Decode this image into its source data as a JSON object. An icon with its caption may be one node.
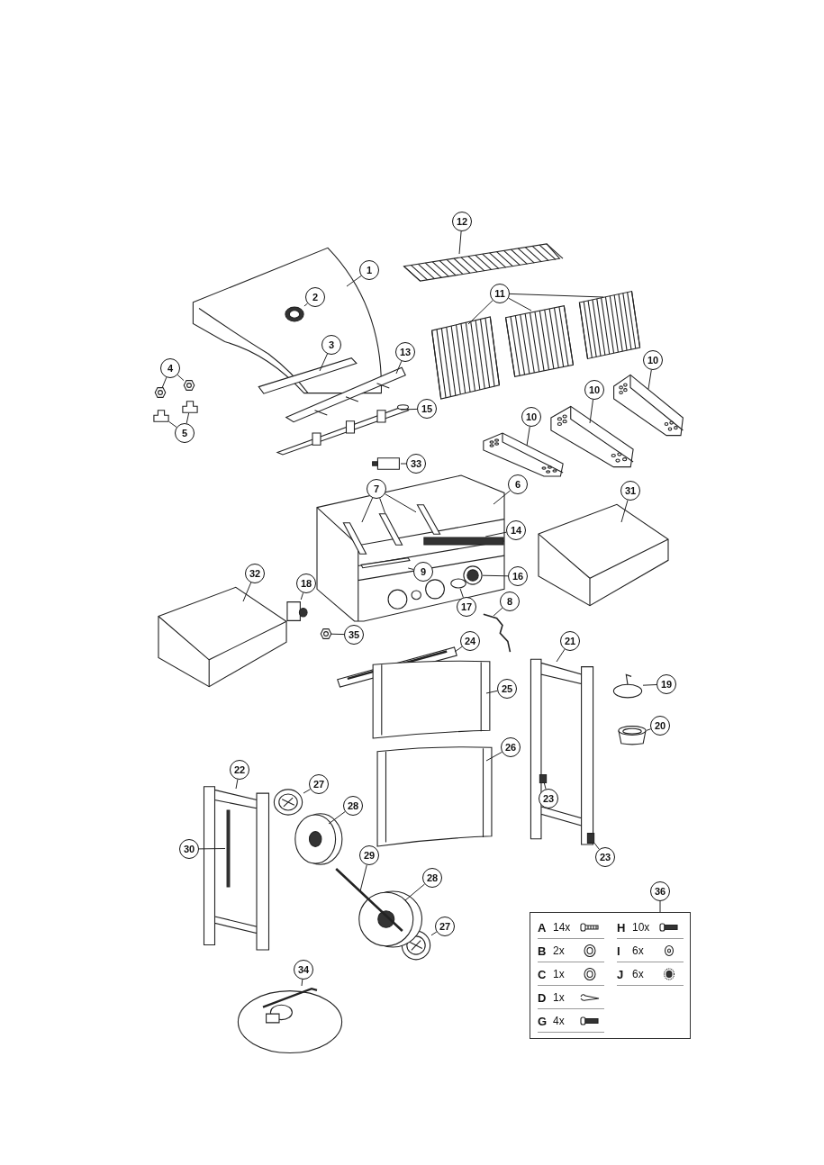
{
  "diagram": {
    "nodes": [
      {
        "text": [],
        "shape": "picture"
      },
      {
        "text": [
          "1"
        ],
        "in": 0
      },
      {
        "text": [
          "2"
        ],
        "in": 0
      },
      {
        "text": [],
        "shape": "picture",
        "in": 0
      },
      {
        "text": [
          "3"
        ],
        "in": 0
      },
      {
        "text": [],
        "shape": "bar",
        "in": 0
      },
      {
        "text": [
          "4"
        ]
      },
      {
        "text": [],
        "shape": "picture"
      },
      {
        "text": [],
        "shape": "picture"
      },
      {
        "text": [
          "5"
        ]
      },
      {
        "text": [],
        "shape": "box"
      },
      {
        "text": [],
        "shape": "box"
      },
      {
        "text": [
          "6"
        ]
      },
      {
        "text": [],
        "shape": "picture"
      },
      {
        "text": [
          "7"
        ],
        "in": 13
      },
      {
        "text": [],
        "shape": "picture",
        "in": 13
      },
      {
        "text": [],
        "shape": "picture",
        "in": 13
      },
      {
        "text": [],
        "shape": "picture",
        "in": 13
      },
      {
        "text": [
          "8"
        ]
      },
      {
        "text": [],
        "shape": "picture"
      },
      {
        "text": [
          "9"
        ],
        "in": 13
      },
      {
        "text": [],
        "shape": "bar",
        "in": 13
      },
      {
        "text": [
          "10"
        ]
      },
      {
        "text": [],
        "shape": "picture"
      },
      {
        "text": [
          "10"
        ]
      },
      {
        "text": [],
        "shape": "picture"
      },
      {
        "text": [
          "10"
        ]
      },
      {
        "text": [],
        "shape": "picture"
      },
      {
        "text": [
          "11"
        ]
      },
      {
        "text": [],
        "shape": "picture"
      },
      {
        "text": [],
        "shape": "picture"
      },
      {
        "text": [],
        "shape": "picture"
      },
      {
        "text": [
          "12"
        ]
      },
      {
        "text": [],
        "shape": "picture"
      },
      {
        "text": [
          "13"
        ]
      },
      {
        "text": [],
        "shape": "picture"
      },
      {
        "text": [
          "14"
        ]
      },
      {
        "text": [],
        "shape": "bar",
        "in": 13
      },
      {
        "text": [
          "15"
        ]
      },
      {
        "text": [],
        "shape": "picture"
      },
      {
        "text": [
          "16"
        ]
      },
      {
        "text": [],
        "shape": "picture",
        "in": 13
      },
      {
        "text": [
          "17"
        ],
        "in": 13
      },
      {
        "text": [],
        "shape": "circle",
        "in": 13
      },
      {
        "text": [
          "18"
        ]
      },
      {
        "text": [],
        "shape": "box"
      },
      {
        "text": [
          "19"
        ]
      },
      {
        "text": [],
        "shape": "circle"
      },
      {
        "text": [
          "20"
        ]
      },
      {
        "text": [],
        "shape": "cylinder"
      },
      {
        "text": [
          "21"
        ]
      },
      {
        "text": [],
        "shape": "picture"
      },
      {
        "text": [
          "22"
        ]
      },
      {
        "text": [],
        "shape": "picture"
      },
      {
        "text": [
          "23"
        ],
        "in": 51
      },
      {
        "text": [],
        "shape": "box",
        "in": 51
      },
      {
        "text": [
          "23"
        ]
      },
      {
        "text": [],
        "shape": "box",
        "in": 51
      },
      {
        "text": [
          "24"
        ]
      },
      {
        "text": [],
        "shape": "picture"
      },
      {
        "text": [
          "25"
        ]
      },
      {
        "text": [],
        "shape": "picture"
      },
      {
        "text": [
          "26"
        ]
      },
      {
        "text": [],
        "shape": "picture"
      },
      {
        "text": [
          "27"
        ]
      },
      {
        "text": [],
        "shape": "picture"
      },
      {
        "text": [
          "27"
        ]
      },
      {
        "text": [],
        "shape": "picture"
      },
      {
        "text": [
          "28"
        ]
      },
      {
        "text": [],
        "shape": "picture"
      },
      {
        "text": [
          "28"
        ]
      },
      {
        "text": [],
        "shape": "picture"
      },
      {
        "text": [
          "29"
        ]
      },
      {
        "text": [],
        "shape": "bar"
      },
      {
        "text": [
          "30"
        ]
      },
      {
        "text": [],
        "shape": "bar",
        "in": 53
      },
      {
        "text": [
          "31"
        ]
      },
      {
        "text": [],
        "shape": "picture"
      },
      {
        "text": [
          "32"
        ]
      },
      {
        "text": [],
        "shape": "picture"
      },
      {
        "text": [
          "33"
        ]
      },
      {
        "text": [],
        "shape": "cylinder"
      },
      {
        "text": [
          "34"
        ]
      },
      {
        "text": [],
        "shape": "picture"
      },
      {
        "text": [
          "35"
        ]
      },
      {
        "text": [],
        "shape": "picture"
      },
      {
        "text": [
          "36"
        ]
      },
      {
        "text": [],
        "shape": "box"
      }
    ],
    "edges": [
      {
        "from": 1,
        "to": 0,
        "arrow": "none"
      },
      {
        "from": 2,
        "to": 3,
        "arrow": "none"
      },
      {
        "from": 4,
        "to": 5,
        "arrow": "none"
      },
      {
        "from": 6,
        "to": 7,
        "arrow": "none"
      },
      {
        "from": 6,
        "to": 8,
        "arrow": "none"
      },
      {
        "from": 9,
        "to": 10,
        "arrow": "none"
      },
      {
        "from": 9,
        "to": 11,
        "arrow": "none"
      },
      {
        "from": 12,
        "to": 13,
        "arrow": "none"
      },
      {
        "from": 14,
        "to": 15,
        "arrow": "none"
      },
      {
        "from": 14,
        "to": 16,
        "arrow": "none"
      },
      {
        "from": 14,
        "to": 17,
        "arrow": "none"
      },
      {
        "from": 18,
        "to": 19,
        "arrow": "none"
      },
      {
        "from": 20,
        "to": 21,
        "arrow": "none"
      },
      {
        "from": 22,
        "to": 23,
        "arrow": "none"
      },
      {
        "from": 24,
        "to": 25,
        "arrow": "none"
      },
      {
        "from": 26,
        "to": 27,
        "arrow": "none"
      },
      {
        "from": 28,
        "to": 29,
        "arrow": "none"
      },
      {
        "from": 28,
        "to": 30,
        "arrow": "none"
      },
      {
        "from": 28,
        "to": 31,
        "arrow": "none"
      },
      {
        "from": 32,
        "to": 33,
        "arrow": "none"
      },
      {
        "from": 34,
        "to": 35,
        "arrow": "none"
      },
      {
        "from": 36,
        "to": 37,
        "arrow": "none"
      },
      {
        "from": 38,
        "to": 39,
        "arrow": "none"
      },
      {
        "from": 40,
        "to": 41,
        "arrow": "none"
      },
      {
        "from": 42,
        "to": 43,
        "arrow": "none"
      },
      {
        "from": 44,
        "to": 45,
        "arrow": "none"
      },
      {
        "from": 46,
        "to": 47,
        "arrow": "none"
      },
      {
        "from": 48,
        "to": 49,
        "arrow": "none"
      },
      {
        "from": 50,
        "to": 51,
        "arrow": "none"
      },
      {
        "from": 52,
        "to": 53,
        "arrow": "none"
      },
      {
        "from": 54,
        "to": 55,
        "arrow": "none"
      },
      {
        "from": 56,
        "to": 57,
        "arrow": "none"
      },
      {
        "from": 58,
        "to": 59,
        "arrow": "none"
      },
      {
        "from": 60,
        "to": 61,
        "arrow": "none"
      },
      {
        "from": 62,
        "to": 63,
        "arrow": "none"
      },
      {
        "from": 64,
        "to": 65,
        "arrow": "none"
      },
      {
        "from": 66,
        "to": 67,
        "arrow": "none"
      },
      {
        "from": 68,
        "to": 69,
        "arrow": "none"
      },
      {
        "from": 70,
        "to": 71,
        "arrow": "none"
      },
      {
        "from": 72,
        "to": 73,
        "arrow": "none"
      },
      {
        "from": 74,
        "to": 75,
        "arrow": "none"
      },
      {
        "from": 76,
        "to": 77,
        "arrow": "none"
      },
      {
        "from": 78,
        "to": 79,
        "arrow": "none"
      },
      {
        "from": 80,
        "to": 81,
        "arrow": "none"
      },
      {
        "from": 82,
        "to": 83,
        "arrow": "none"
      },
      {
        "from": 84,
        "to": 85,
        "arrow": "none"
      },
      {
        "from": 86,
        "to": 87,
        "arrow": "none"
      }
    ],
    "labels": [
      "A",
      "14x",
      "H",
      "10x",
      "B",
      "2x",
      "I",
      "6x",
      "C",
      "1x",
      "J",
      "6x",
      "D",
      "1x",
      "G",
      "4x"
    ]
  }
}
